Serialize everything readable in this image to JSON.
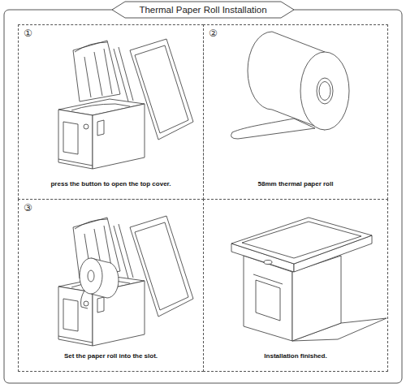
{
  "diagram": {
    "title": "Thermal Paper Roll Installation",
    "nodes": [
      {
        "text": [
          "①",
          "press the button to open the top cover."
        ]
      },
      {
        "text": [
          "②",
          "58mm thermal paper roll"
        ]
      },
      {
        "text": [
          "③",
          "Set the paper roll into the slot."
        ]
      },
      {
        "text": [
          "Installation finished."
        ]
      }
    ]
  }
}
